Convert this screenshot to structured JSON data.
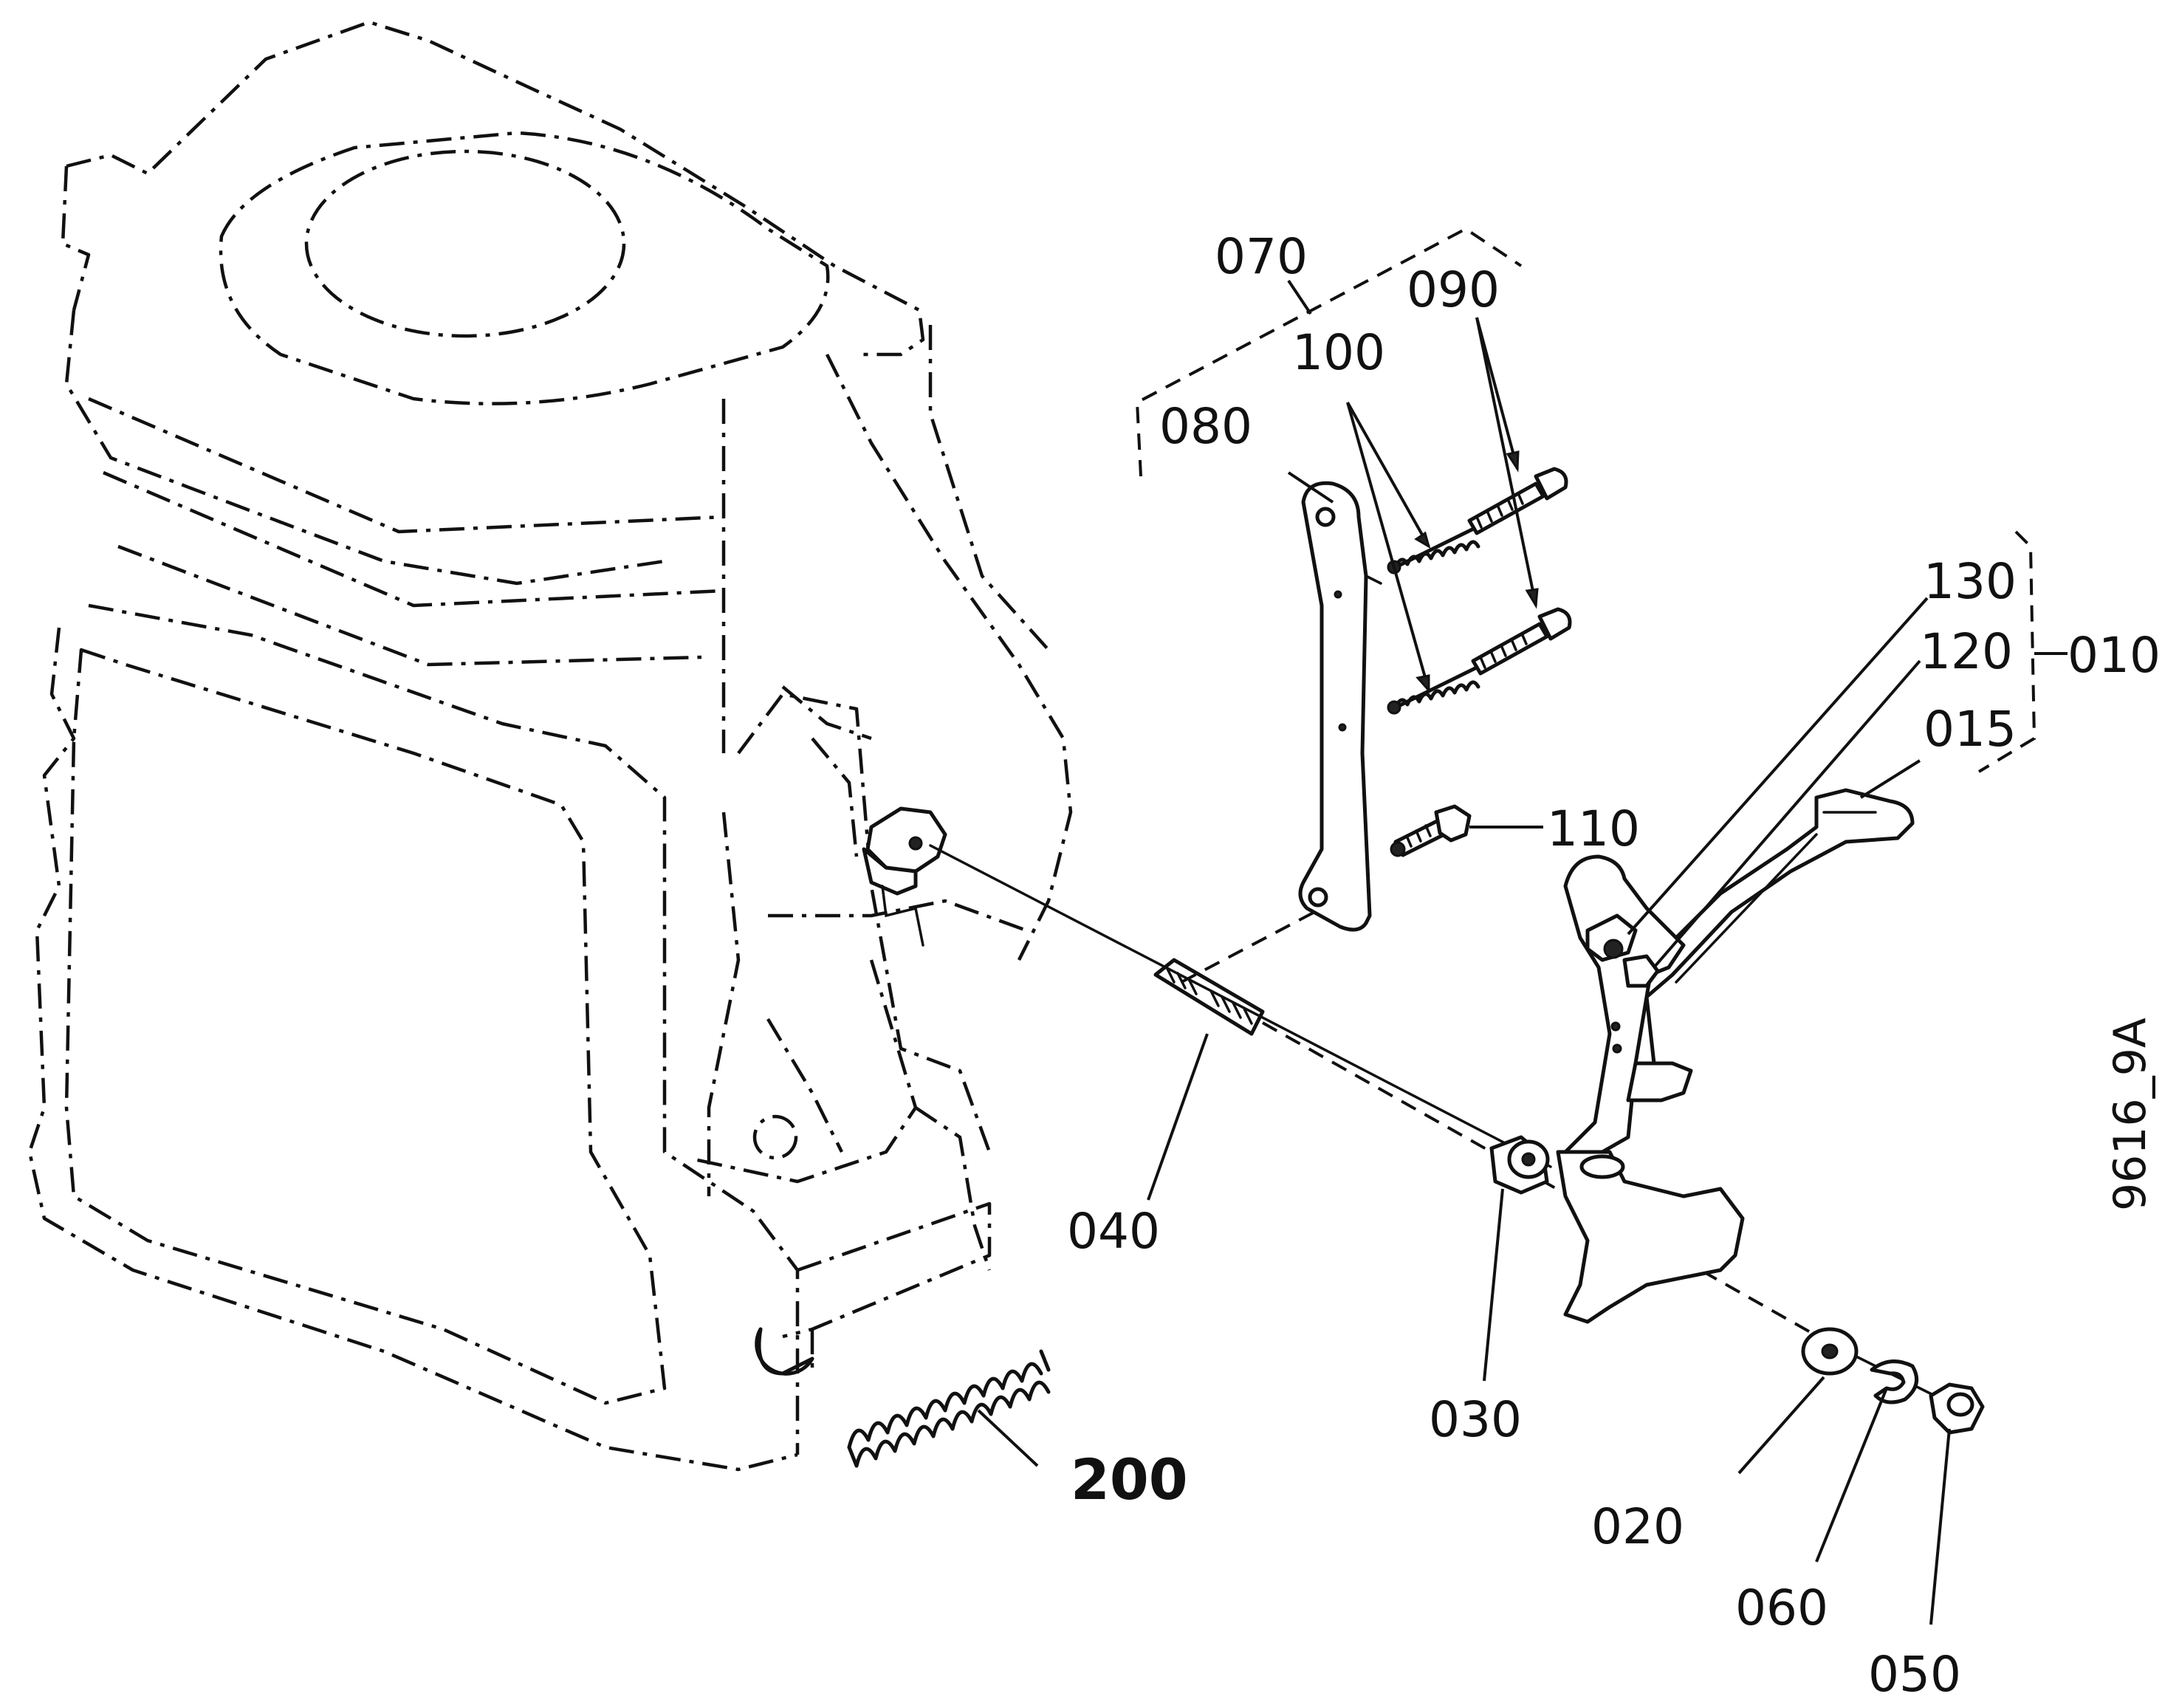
{
  "labels": {
    "p070": "070",
    "p090": "090",
    "p100": "100",
    "p080": "080",
    "p130": "130",
    "p120": "120",
    "p010": "010",
    "p015": "015",
    "p110": "110",
    "p040": "040",
    "p030": "030",
    "p020": "020",
    "p060": "060",
    "p050": "050",
    "p200": "200"
  },
  "drawing_code": "9616_9A"
}
